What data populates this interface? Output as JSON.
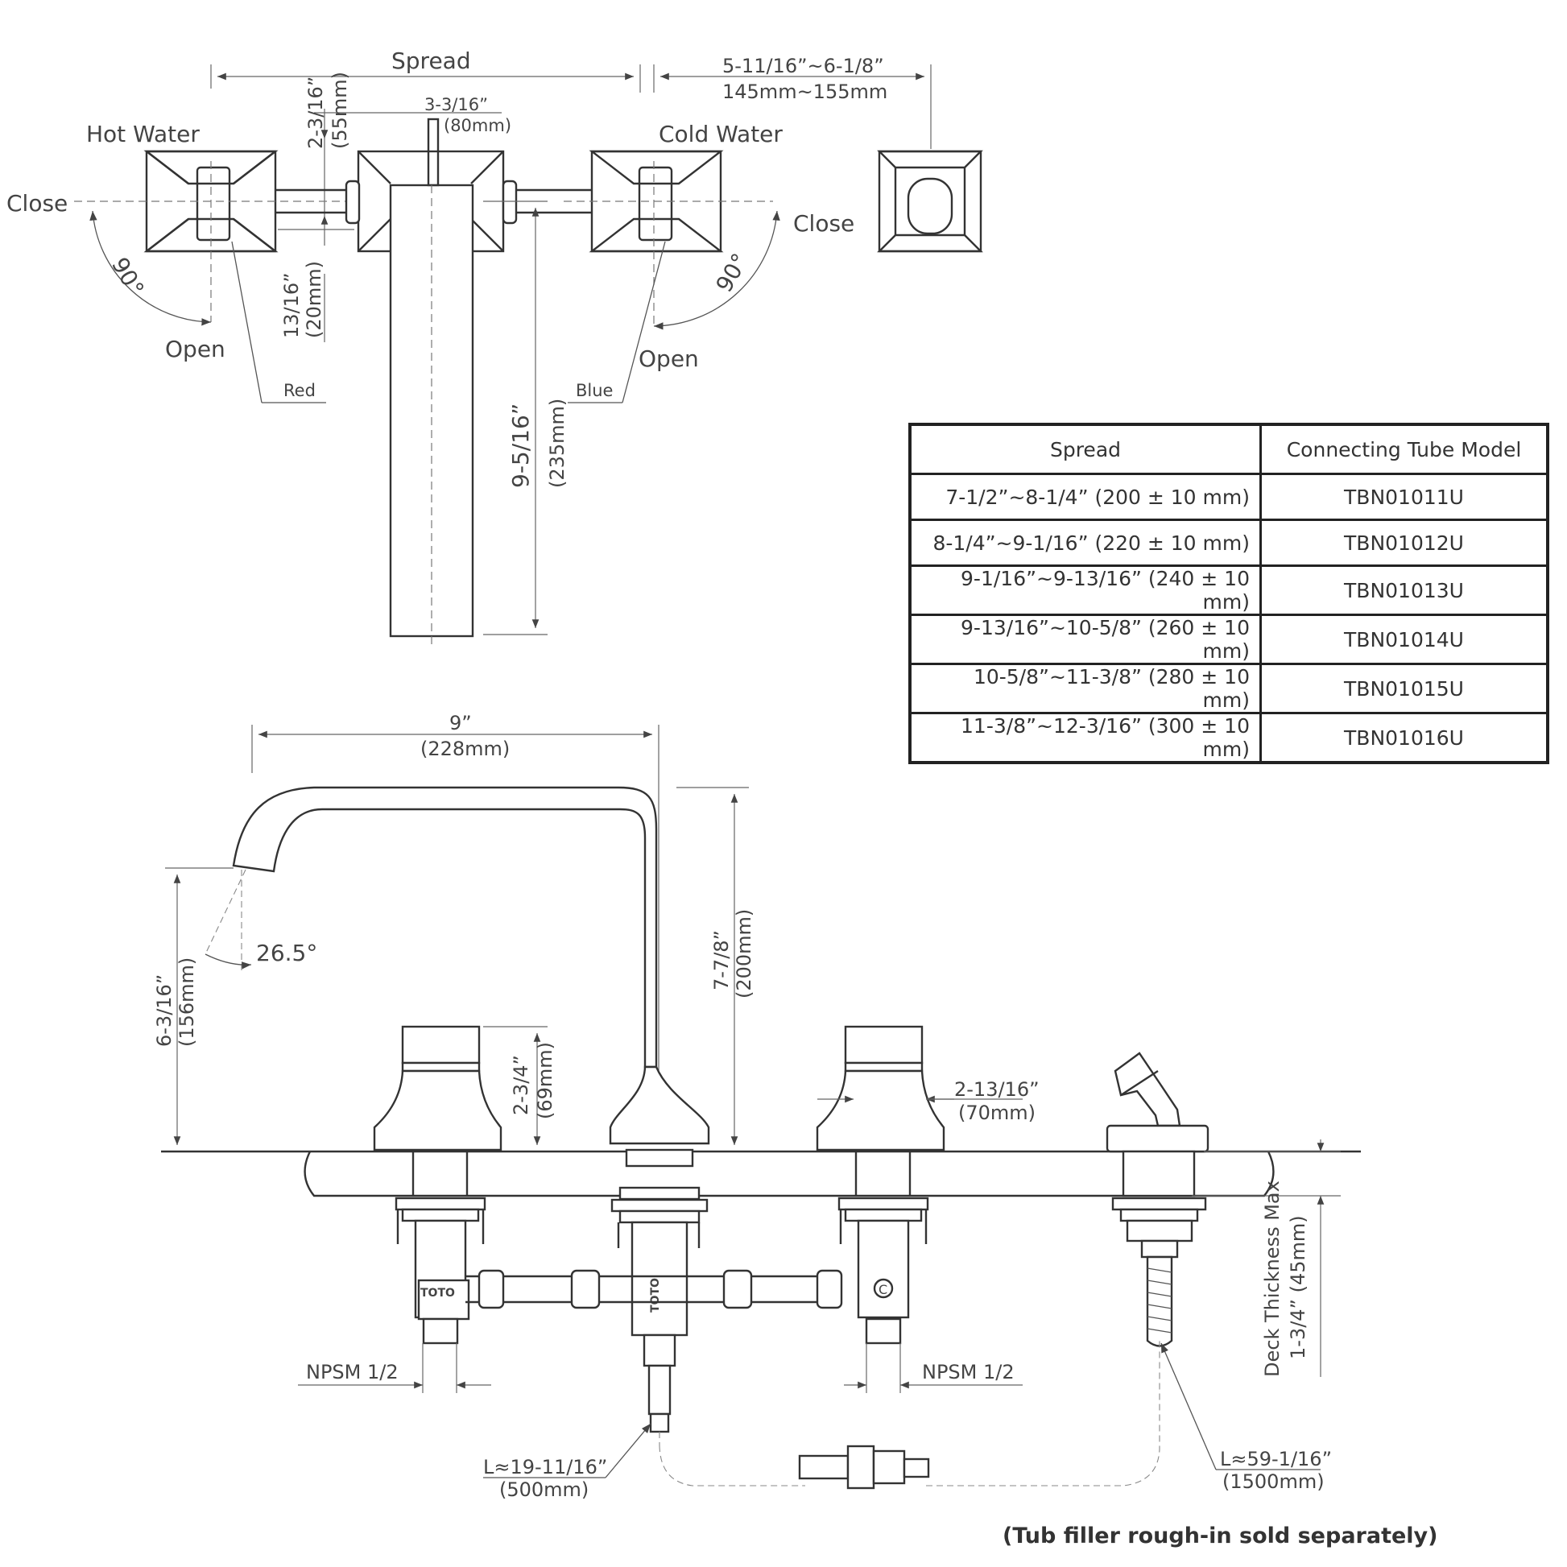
{
  "top_view": {
    "spread_label": "Spread",
    "right_spread_in": "5-11/16”~6-1/8”",
    "right_spread_mm": "145mm~155mm",
    "handle_height_in": "2-3/16”",
    "handle_height_mm": "(55mm)",
    "spout_width_in": "3-3/16”",
    "spout_width_mm": "(80mm)",
    "hot_water": "Hot Water",
    "cold_water": "Cold Water",
    "close_left": "Close",
    "close_right": "Close",
    "open_left": "Open",
    "open_right": "Open",
    "angle_left": "90°",
    "angle_right": "90°",
    "offset_in": "13/16”",
    "offset_mm": "(20mm)",
    "red": "Red",
    "blue": "Blue",
    "spout_len_in": "9-5/16”",
    "spout_len_mm": "(235mm)"
  },
  "table": {
    "headers": [
      "Spread",
      "Connecting Tube Model"
    ],
    "rows": [
      [
        "7-1/2”~8-1/4” (200 ± 10 mm)",
        "TBN01011U"
      ],
      [
        "8-1/4”~9-1/16” (220 ± 10 mm)",
        "TBN01012U"
      ],
      [
        "9-1/16”~9-13/16” (240 ± 10 mm)",
        "TBN01013U"
      ],
      [
        "9-13/16”~10-5/8” (260 ± 10 mm)",
        "TBN01014U"
      ],
      [
        "10-5/8”~11-3/8” (280 ± 10 mm)",
        "TBN01015U"
      ],
      [
        "11-3/8”~12-3/16” (300 ± 10 mm)",
        "TBN01016U"
      ]
    ]
  },
  "side_view": {
    "reach_in": "9”",
    "reach_mm": "(228mm)",
    "angle": "26.5°",
    "spout_height_in": "6-3/16”",
    "spout_height_mm": "(156mm)",
    "total_height_in": "7-7/8”",
    "total_height_mm": "(200mm)",
    "handle_height_in": "2-3/4”",
    "handle_height_mm": "(69mm)",
    "handle_width_in": "2-13/16”",
    "handle_width_mm": "(70mm)",
    "deck_thickness_1": "Deck Thickness Max",
    "deck_thickness_2": "1-3/4” (45mm)",
    "npsm_left": "NPSM 1/2",
    "npsm_right": "NPSM 1/2",
    "hose_short_in": "L≈19-11/16”",
    "hose_short_mm": "(500mm)",
    "hose_long_in": "L≈59-1/16”",
    "hose_long_mm": "(1500mm)",
    "brand": "TOTO",
    "cold_mark": "C"
  },
  "footnote": "(Tub filler rough-in sold separately)"
}
